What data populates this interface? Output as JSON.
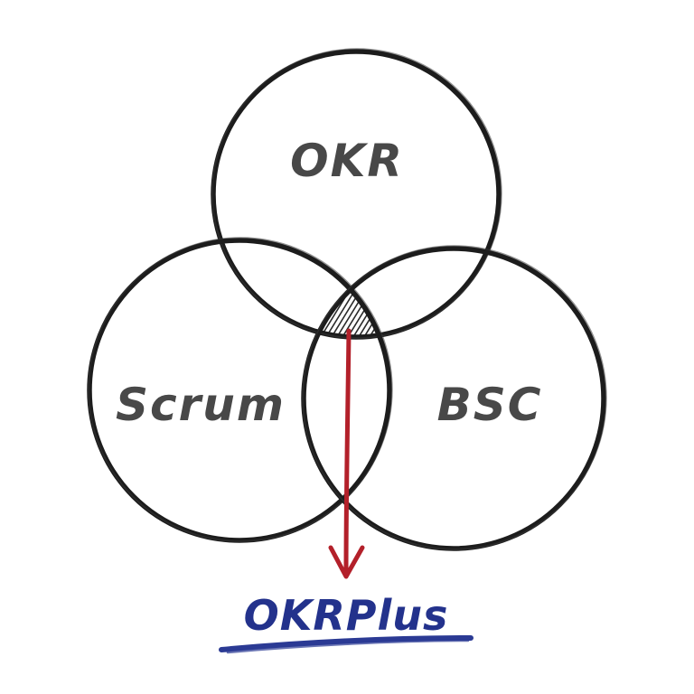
{
  "diagram": {
    "sets": [
      {
        "label": "OKR"
      },
      {
        "label": "Scrum"
      },
      {
        "label": "BSC"
      }
    ],
    "result": {
      "label": "OKRPlus"
    },
    "colors": {
      "outline": "#1c1c1c",
      "set_text": "#484848",
      "arrow": "#b3202a",
      "result_text": "#23328c",
      "underline": "#2b3a94"
    }
  }
}
